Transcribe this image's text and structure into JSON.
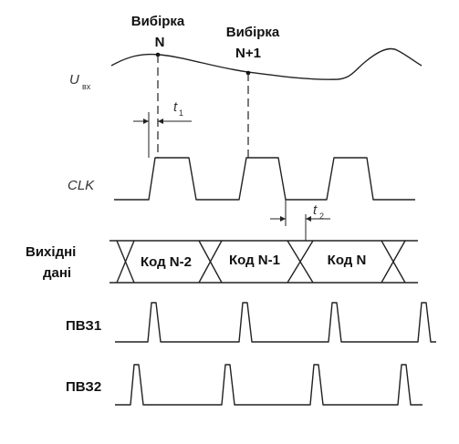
{
  "samples": {
    "n": {
      "line1": "Вибірка",
      "line2": "N"
    },
    "n_plus_1": {
      "line1": "Вибірка",
      "line2": "N+1"
    }
  },
  "signals": {
    "input": {
      "main": "U",
      "sub": "вх"
    },
    "clock": "CLK",
    "output": {
      "line1": "Вихідні",
      "line2": "дані"
    },
    "pvz1": "ПВЗ1",
    "pvz2": "ПВЗ2"
  },
  "timings": {
    "t1": {
      "main": "t",
      "sub": "1"
    },
    "t2": {
      "main": "t",
      "sub": "2"
    }
  },
  "codes": [
    "Код N-2",
    "Код N-1",
    "Код N"
  ]
}
